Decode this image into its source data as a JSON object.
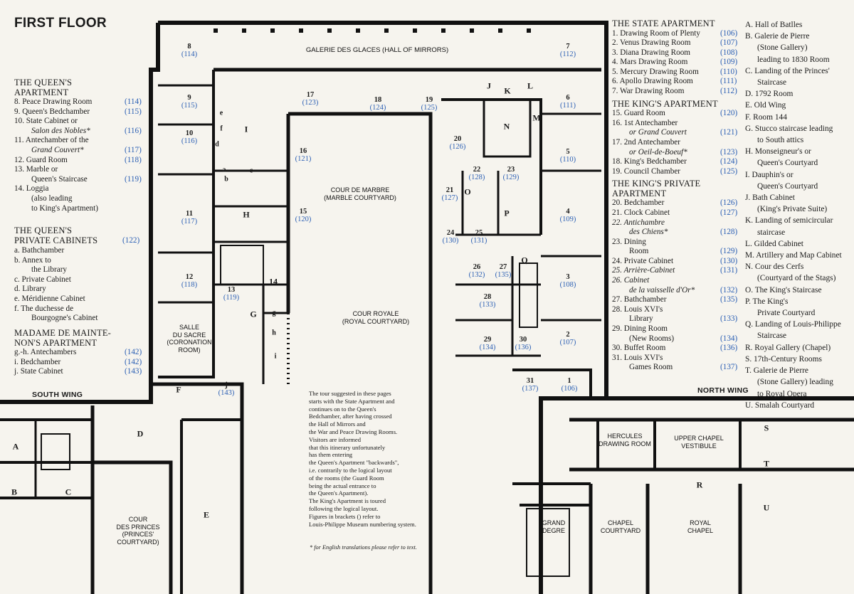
{
  "title": "FIRST FLOOR",
  "queens_apartment": {
    "heading": [
      "THE QUEEN'S",
      "APARTMENT"
    ],
    "items": [
      {
        "text": "8. Peace Drawing Room",
        "ref": "(114)"
      },
      {
        "text": "9. Queen's Bedchamber",
        "ref": "(115)"
      },
      {
        "text": "10. State Cabinet or",
        "ref": ""
      },
      {
        "text": "Salon des Nobles*",
        "ref": "(116)"
      },
      {
        "text": "11. Antechamber of the",
        "ref": ""
      },
      {
        "text": "Grand Couvert*",
        "ref": "(117)"
      },
      {
        "text": "12. Guard Room",
        "ref": "(118)"
      },
      {
        "text": "13. Marble or",
        "ref": ""
      },
      {
        "text": "Queen's Staircase",
        "ref": "(119)"
      },
      {
        "text": "14. Loggia",
        "ref": ""
      },
      {
        "text": "(also leading",
        "ref": ""
      },
      {
        "text": "to King's Apartment)",
        "ref": ""
      }
    ]
  },
  "queens_cabinets": {
    "heading": [
      "THE QUEEN'S",
      "PRIVATE CABINETS"
    ],
    "heading_ref": "(122)",
    "items": [
      {
        "text": "a. Bathchamber"
      },
      {
        "text": "b. Annex to"
      },
      {
        "text": "the Library"
      },
      {
        "text": "c. Private Cabinet"
      },
      {
        "text": "d. Library"
      },
      {
        "text": "e. Méridienne Cabinet"
      },
      {
        "text": "f. The duchesse de"
      },
      {
        "text": "Bourgogne's Cabinet"
      }
    ]
  },
  "maintenon": {
    "heading": [
      "MADAME DE MAINTE-",
      "NON'S APARTMENT"
    ],
    "items": [
      {
        "text": "g.-h. Antechambers",
        "ref": "(142)"
      },
      {
        "text": "i. Bedchamber",
        "ref": "(142)"
      },
      {
        "text": "j. State Cabinet",
        "ref": "(143)"
      }
    ]
  },
  "state_apartment": {
    "heading": "THE STATE APARTMENT",
    "items": [
      {
        "text": "1. Drawing Room of Plenty",
        "ref": "(106)"
      },
      {
        "text": "2. Venus Drawing Room",
        "ref": "(107)"
      },
      {
        "text": "3. Diana Drawing Room",
        "ref": "(108)"
      },
      {
        "text": "4. Mars Drawing Room",
        "ref": "(109)"
      },
      {
        "text": "5. Mercury Drawing Room",
        "ref": "(110)"
      },
      {
        "text": "6. Apollo Drawing Room",
        "ref": "(111)"
      },
      {
        "text": "7. War Drawing Room",
        "ref": "(112)"
      }
    ]
  },
  "kings_apartment": {
    "heading": "THE KING'S APARTMENT",
    "items": [
      {
        "text": "15. Guard Room",
        "ref": "(120)"
      },
      {
        "text": "16. 1st Antechamber",
        "ref": ""
      },
      {
        "text": "or Grand Couvert",
        "ref": "(121)"
      },
      {
        "text": "17. 2nd Antechamber",
        "ref": ""
      },
      {
        "text": "or Oeil-de-Boeuf*",
        "ref": "(123)"
      },
      {
        "text": "18. King's Bedchamber",
        "ref": "(124)"
      },
      {
        "text": "19. Council Chamber",
        "ref": "(125)"
      }
    ]
  },
  "kings_private": {
    "heading": [
      "THE KING'S PRIVATE",
      "APARTMENT"
    ],
    "items": [
      {
        "text": "20. Bedchamber",
        "ref": "(126)"
      },
      {
        "text": "21. Clock Cabinet",
        "ref": "(127)"
      },
      {
        "text": "22. Antichambre",
        "ref": ""
      },
      {
        "text": "des Chiens*",
        "ref": "(128)"
      },
      {
        "text": "23. Dining",
        "ref": ""
      },
      {
        "text": "Room",
        "ref": "(129)"
      },
      {
        "text": "24. Private Cabinet",
        "ref": "(130)"
      },
      {
        "text": "25. Arrière-Cabinet",
        "ref": "(131)"
      },
      {
        "text": "26. Cabinet",
        "ref": ""
      },
      {
        "text": "de la vaisselle d'Or*",
        "ref": "(132)"
      },
      {
        "text": "27. Bathchamber",
        "ref": "(135)"
      },
      {
        "text": "28. Louis XVI's",
        "ref": ""
      },
      {
        "text": "Library",
        "ref": "(133)"
      },
      {
        "text": "29. Dining Room",
        "ref": ""
      },
      {
        "text": "(New Rooms)",
        "ref": "(134)"
      },
      {
        "text": "30. Buffet Room",
        "ref": "(136)"
      },
      {
        "text": "31. Louis XVI's",
        "ref": ""
      },
      {
        "text": "Games Room",
        "ref": "(137)"
      }
    ]
  },
  "letter_legend": [
    "A. Hall of Batlles",
    "B. Galerie de Pierre",
    "(Stone Gallery)",
    "leading to 1830 Room",
    "C. Landing of the Princes'",
    "Staircase",
    "D. 1792 Room",
    "E. Old Wing",
    "F. Room 144",
    "G. Stucco staircase leading",
    "to South attics",
    "H. Monseigneur's or",
    "Queen's Courtyard",
    "I. Dauphin's or",
    "Queen's Courtyard",
    "J. Bath Cabinet",
    "(King's Private Suite)",
    "K. Landing of semicircular",
    "staircase",
    "L. Gilded Cabinet",
    "M. Artillery and Map Cabinet",
    "N. Cour des Cerfs",
    "(Courtyard of the Stags)",
    "O. The King's Staircase",
    "P. The King's",
    "Private Courtyard",
    "Q. Landing of Louis-Philippe",
    "Staircase",
    "R. Royal Gallery (Chapel)",
    "S. 17th-Century Rooms",
    "T. Galerie de Pierre",
    "(Stone Gallery) leading",
    "to Royal Opera",
    "U. Smalah Courtyard"
  ],
  "plan_labels": {
    "hall_of_mirrors": "GALERIE DES GLACES (HALL OF MIRRORS)",
    "marble_court": [
      "COUR DE MARBRE",
      "(MARBLE COURTYARD)"
    ],
    "royal_court": [
      "COUR ROYALE",
      "(ROYAL COURTYARD)"
    ],
    "salle_du_sacre": [
      "SALLE",
      "DU SACRE",
      "(CORONATION",
      "ROOM)"
    ],
    "cour_des_princes": [
      "COUR",
      "DES PRINCES",
      "(PRINCES'",
      "COURTYARD)"
    ],
    "grand_degre": [
      "GRAND",
      "DEGRE"
    ],
    "chapel_courtyard": [
      "CHAPEL",
      "COURTYARD"
    ],
    "royal_chapel": [
      "ROYAL",
      "CHAPEL"
    ],
    "hercules": [
      "HERCULES",
      "DRAWING ROOM"
    ],
    "upper_chapel": [
      "UPPER CHAPEL",
      "VESTIBULE"
    ],
    "south_wing": "SOUTH WING",
    "north_wing": "NORTH WING"
  },
  "room_numbers": [
    {
      "n": "8",
      "r": "(114)"
    },
    {
      "n": "7",
      "r": "(112)"
    },
    {
      "n": "9",
      "r": "(115)"
    },
    {
      "n": "17",
      "r": "(123)"
    },
    {
      "n": "18",
      "r": "(124)"
    },
    {
      "n": "19",
      "r": "(125)"
    },
    {
      "n": "6",
      "r": "(111)"
    },
    {
      "n": "10",
      "r": "(116)"
    },
    {
      "n": "16",
      "r": "(121)"
    },
    {
      "n": "20",
      "r": "(126)"
    },
    {
      "n": "5",
      "r": "(110)"
    },
    {
      "n": "22",
      "r": "(128)"
    },
    {
      "n": "23",
      "r": "(129)"
    },
    {
      "n": "21",
      "r": "(127)"
    },
    {
      "n": "11",
      "r": "(117)"
    },
    {
      "n": "15",
      "r": "(120)"
    },
    {
      "n": "4",
      "r": "(109)"
    },
    {
      "n": "24",
      "r": "(130)"
    },
    {
      "n": "25",
      "r": "(131)"
    },
    {
      "n": "12",
      "r": "(118)"
    },
    {
      "n": "13",
      "r": "(119)"
    },
    {
      "n": "26",
      "r": "(132)"
    },
    {
      "n": "27",
      "r": "(135)"
    },
    {
      "n": "3",
      "r": "(108)"
    },
    {
      "n": "28",
      "r": "(133)"
    },
    {
      "n": "29",
      "r": "(134)"
    },
    {
      "n": "30",
      "r": "(136)"
    },
    {
      "n": "2",
      "r": "(107)"
    },
    {
      "n": "j",
      "r": "(143)"
    },
    {
      "n": "31",
      "r": "(137)"
    },
    {
      "n": "1",
      "r": "(106)"
    }
  ],
  "plan_letters": [
    "I",
    "H",
    "N",
    "P",
    "O",
    "Q",
    "J",
    "K",
    "L",
    "M",
    "a",
    "b",
    "c",
    "d",
    "e",
    "f",
    "g",
    "h",
    "i",
    "G",
    "14",
    "F",
    "D",
    "E",
    "A",
    "B",
    "C",
    "S",
    "T",
    "R",
    "U"
  ],
  "tour_note": [
    "The tour suggested in these pages",
    "starts with the State Apartment and",
    "continues on to the Queen's",
    "Bedchamber, after having crossed",
    "the Hall of Mirrors and",
    "the War and Peace Drawing Rooms.",
    "Visitors are informed",
    "that this itinerary unfortunately",
    "has them entering",
    "the Queen's Apartment \"backwards\",",
    "i.e. contrarily to the logical layout",
    "of the rooms (the Guard Room",
    "being the actual entrance to",
    "the Queen's Apartment).",
    "The King's Apartment is toured",
    "following the logical layout.",
    "Figures in brackets () refer to",
    "Louis-Philippe Museum numbering system."
  ],
  "footnote": "* for English translations please refer to text."
}
